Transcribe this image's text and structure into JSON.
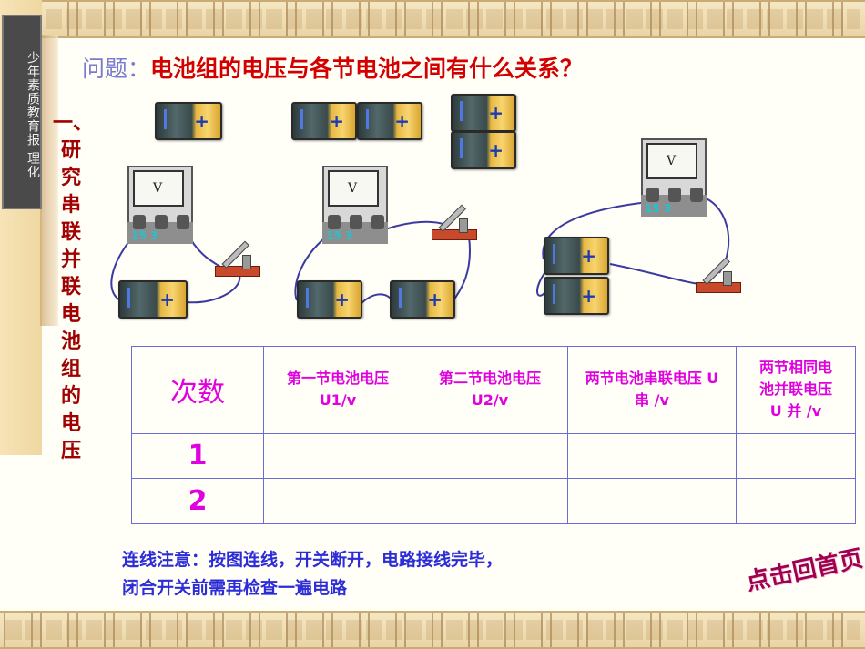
{
  "sidebar": {
    "logo_text": "少年素质教育报 理化"
  },
  "question": {
    "label": "问题：",
    "text": "电池组的电压与各节电池之间有什么关系？"
  },
  "section_title": "一、研究串联并联电池组的电压",
  "meter_label": "15 3",
  "table": {
    "headers": [
      "次数",
      "第一节电池电压 U1/v",
      "第二节电池电压 U2/v",
      "两节电池串联电压 U 串 /v",
      "两节相同电池并联电压 U 并 /v"
    ],
    "rows": [
      {
        "num": "1",
        "cells": [
          "",
          "",
          "",
          ""
        ]
      },
      {
        "num": "2",
        "cells": [
          "",
          "",
          "",
          ""
        ]
      }
    ]
  },
  "note": {
    "line1": "连线注意：按图连线，开关断开，电路接线完毕，",
    "line2": "闭合开关前需再检查一遍电路"
  },
  "home_button": "点击回首页"
}
